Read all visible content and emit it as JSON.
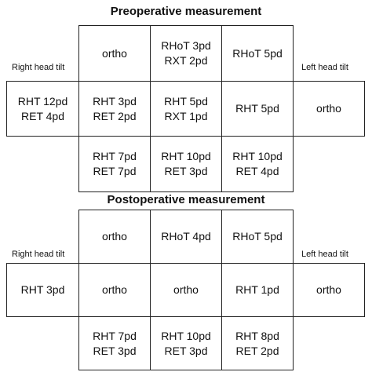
{
  "panels": [
    {
      "title": "Preoperative measurement",
      "right_label": "Right head tilt",
      "left_label": "Left head tilt",
      "grid": [
        [
          [
            "ortho"
          ],
          [
            "RHoT 3pd",
            "RXT 2pd"
          ],
          [
            "RHoT 5pd"
          ]
        ],
        [
          [
            "RHT 3pd",
            "RET 2pd"
          ],
          [
            "RHT 5pd",
            "RXT 1pd"
          ],
          [
            "RHT 5pd"
          ]
        ],
        [
          [
            "RHT 7pd",
            "RET 7pd"
          ],
          [
            "RHT 10pd",
            "RET 3pd"
          ],
          [
            "RHT 10pd",
            "RET 4pd"
          ]
        ]
      ],
      "right_tilt": [
        "RHT 12pd",
        "RET 4pd"
      ],
      "left_tilt": [
        "ortho"
      ]
    },
    {
      "title": "Postoperative measurement",
      "right_label": "Right head tilt",
      "left_label": "Left head tilt",
      "grid": [
        [
          [
            "ortho"
          ],
          [
            "RHoT 4pd"
          ],
          [
            "RHoT 5pd"
          ]
        ],
        [
          [
            "ortho"
          ],
          [
            "ortho"
          ],
          [
            "RHT 1pd"
          ]
        ],
        [
          [
            "RHT 7pd",
            "RET 3pd"
          ],
          [
            "RHT 10pd",
            "RET 3pd"
          ],
          [
            "RHT 8pd",
            "RET 2pd"
          ]
        ]
      ],
      "right_tilt": [
        "RHT 3pd"
      ],
      "left_tilt": [
        "ortho"
      ]
    }
  ]
}
